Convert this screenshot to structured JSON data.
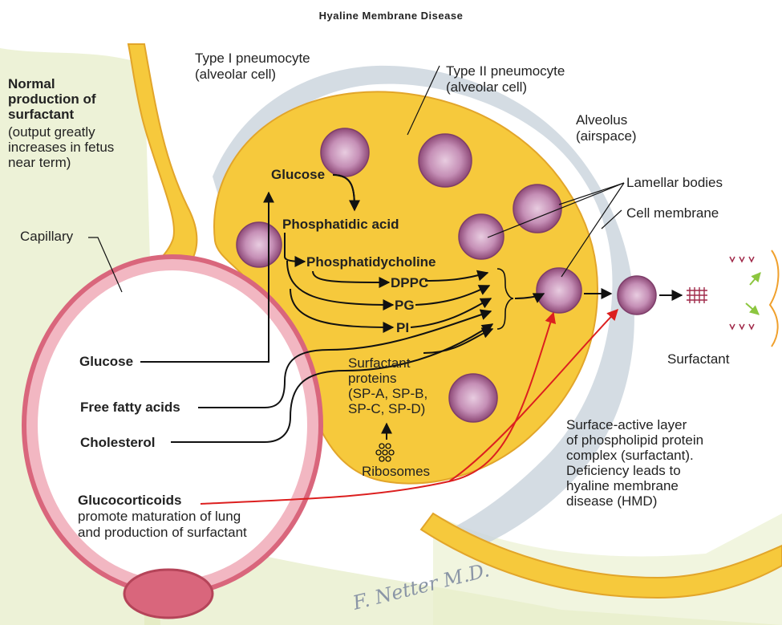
{
  "title": "Hyaline Membrane Disease",
  "labels": {
    "normal_production": "Normal production of surfactant",
    "output_note": "(output greatly increases in fetus near term)",
    "type1": "Type I pneumocyte",
    "type1_sub": "(alveolar cell)",
    "type2": "Type II pneumocyte",
    "type2_sub": "(alveolar cell)",
    "alveolus": "Alveolus",
    "alveolus_sub": "(airspace)",
    "lamellar": "Lamellar bodies",
    "cell_membrane": "Cell membrane",
    "capillary": "Capillary",
    "surfactant": "Surfactant",
    "surface_active": "Surface-active layer",
    "surface_active_2": "of phospholipid protein",
    "surface_active_3": "complex (surfactant).",
    "surface_active_4": "Deficiency leads to",
    "surface_active_5": "hyaline membrane",
    "surface_active_6": "disease (HMD)",
    "signature": "F. Netter M.D."
  },
  "pathway": {
    "glucose_in": "Glucose",
    "phosphatidic_acid": "Phosphatidic acid",
    "phosphatidylcholine": "Phosphatidycholine",
    "dppc": "DPPC",
    "pg": "PG",
    "pi": "PI",
    "surfactant_proteins_1": "Surfactant",
    "surfactant_proteins_2": "proteins",
    "surfactant_proteins_3": "(SP-A, SP-B,",
    "surfactant_proteins_4": "SP-C, SP-D)",
    "ribosomes": "Ribosomes"
  },
  "inputs": {
    "glucose": "Glucose",
    "ffa": "Free fatty acids",
    "cholesterol": "Cholesterol",
    "glucocorticoids": "Glucocorticoids",
    "gluco_note_1": "promote maturation of lung",
    "gluco_note_2": "and production of surfactant"
  },
  "colors": {
    "cell": "#f6c93c",
    "cell_edge": "#e2a52a",
    "membrane_gray": "#c9d3dc",
    "capillary_pink": "#d9667c",
    "capillary_light": "#f2b7c2",
    "background_green": "#dfe8b6",
    "lamellar": "#a85c8f",
    "red_arrow": "#dc1f1f",
    "text": "#222222"
  }
}
